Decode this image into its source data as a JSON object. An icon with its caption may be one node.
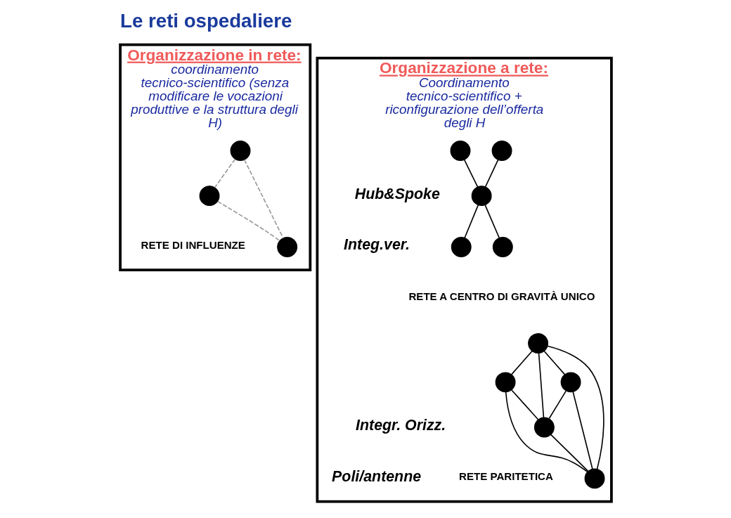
{
  "diagram": {
    "title": "Le reti ospedaliere",
    "nodes": [
      {
        "text": [
          "Organizzazione in rete:",
          "coordinamento tecnico-scientifico (senza modificare le vocazioni produttive e la struttura degli H)"
        ]
      },
      {
        "text": [
          "Organizzazione a rete:",
          "Coordinamento tecnico-scientifico + riconfigurazione dell’offerta degli H"
        ]
      },
      {
        "text": [],
        "shape": "circle",
        "in": 0
      },
      {
        "text": [],
        "shape": "circle",
        "in": 0
      },
      {
        "text": [],
        "shape": "circle",
        "in": 0
      },
      {
        "text": [],
        "shape": "circle",
        "in": 1
      },
      {
        "text": [],
        "shape": "circle",
        "in": 1
      },
      {
        "text": [],
        "shape": "circle",
        "in": 1
      },
      {
        "text": [],
        "shape": "circle",
        "in": 1
      },
      {
        "text": [],
        "shape": "circle",
        "in": 1
      },
      {
        "text": [],
        "shape": "circle",
        "in": 1
      },
      {
        "text": [],
        "shape": "circle",
        "in": 1
      },
      {
        "text": [],
        "shape": "circle",
        "in": 1
      },
      {
        "text": [],
        "shape": "circle",
        "in": 1
      },
      {
        "text": [],
        "shape": "circle",
        "in": 1
      }
    ],
    "edges": [
      {
        "from": 2,
        "to": 3,
        "arrow": "none",
        "style": "dashed",
        "color": "#999999"
      },
      {
        "from": 2,
        "to": 4,
        "arrow": "none",
        "style": "dashed",
        "color": "#999999"
      },
      {
        "from": 3,
        "to": 4,
        "arrow": "none",
        "style": "dashed",
        "color": "#999999"
      },
      {
        "from": 5,
        "to": 7,
        "arrow": "none"
      },
      {
        "from": 6,
        "to": 7,
        "arrow": "none"
      },
      {
        "from": 7,
        "to": 8,
        "arrow": "none"
      },
      {
        "from": 7,
        "to": 9,
        "arrow": "none"
      },
      {
        "from": 10,
        "to": 11,
        "arrow": "none"
      },
      {
        "from": 10,
        "to": 12,
        "arrow": "none"
      },
      {
        "from": 10,
        "to": 14,
        "arrow": "none"
      },
      {
        "from": 10,
        "to": 13,
        "arrow": "none"
      },
      {
        "from": 11,
        "to": 13,
        "arrow": "none"
      },
      {
        "from": 11,
        "to": 14,
        "arrow": "none"
      },
      {
        "from": 12,
        "to": 13,
        "arrow": "none"
      },
      {
        "from": 12,
        "to": 14,
        "arrow": "none"
      },
      {
        "from": 14,
        "to": 13,
        "arrow": "none"
      }
    ],
    "labels": [
      "RETE DI INFLUENZE",
      "RETE A CENTRO DI GRAVITÀ UNICO",
      "Hub&Spoke",
      "Integ.ver.",
      "RETE PARITETICA",
      "Poli/antenne",
      "Integr. Orizz."
    ]
  }
}
